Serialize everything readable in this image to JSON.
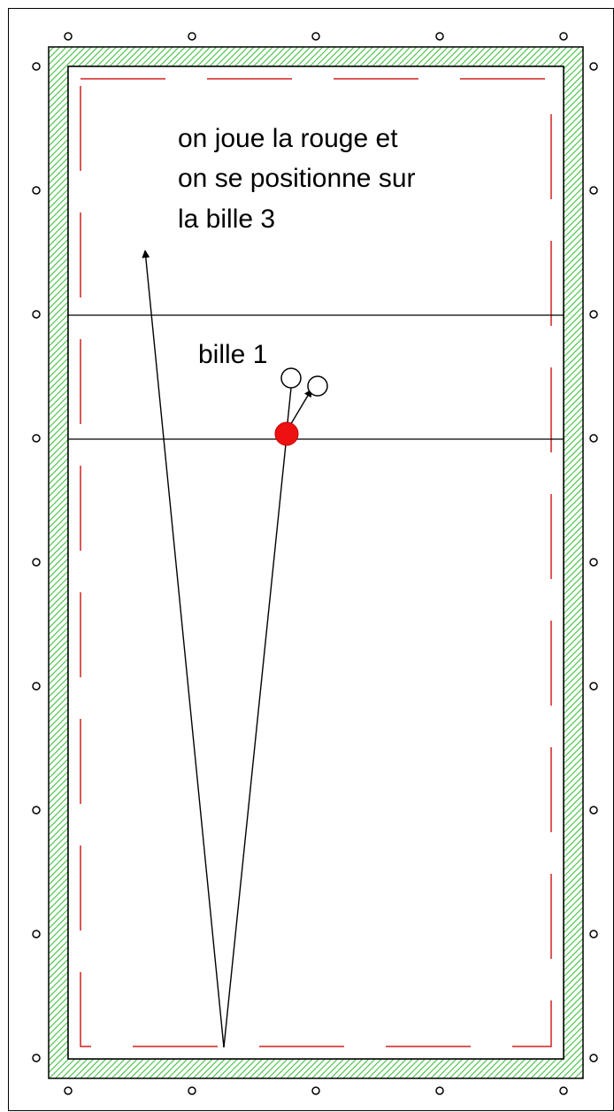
{
  "diagram": {
    "annotation_lines": [
      "on joue la rouge et",
      "on se positionne sur",
      "la bille 3"
    ],
    "ball_label": "bille 1",
    "colors": {
      "cushion_hatch": "#3fbf3f",
      "outline": "#000000",
      "dash_frame": "#d42020",
      "red_ball": "#ee1111",
      "background": "#ffffff"
    }
  }
}
